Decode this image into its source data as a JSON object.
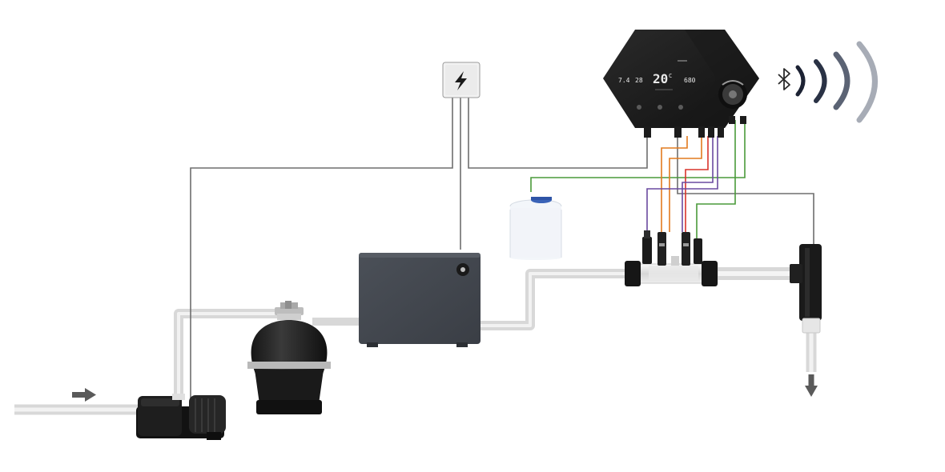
{
  "controller": {
    "display": {
      "left_reading": "7.4",
      "small_reading": "28",
      "center_reading": "20",
      "center_unit": "C",
      "right_reading": "680"
    }
  },
  "icons": {
    "power": "lightning-bolt",
    "wireless": "bluetooth",
    "flow_in": "arrow-right",
    "flow_out": "arrow-down"
  },
  "colors": {
    "cable_gray": "#6e6e6e",
    "cable_green": "#4a9a3a",
    "cable_orange": "#e27a1e",
    "cable_red": "#d8332b",
    "cable_purple": "#6a4aa0",
    "pipe": "#e4e4e4",
    "device_dark": "#2a2a2a"
  }
}
